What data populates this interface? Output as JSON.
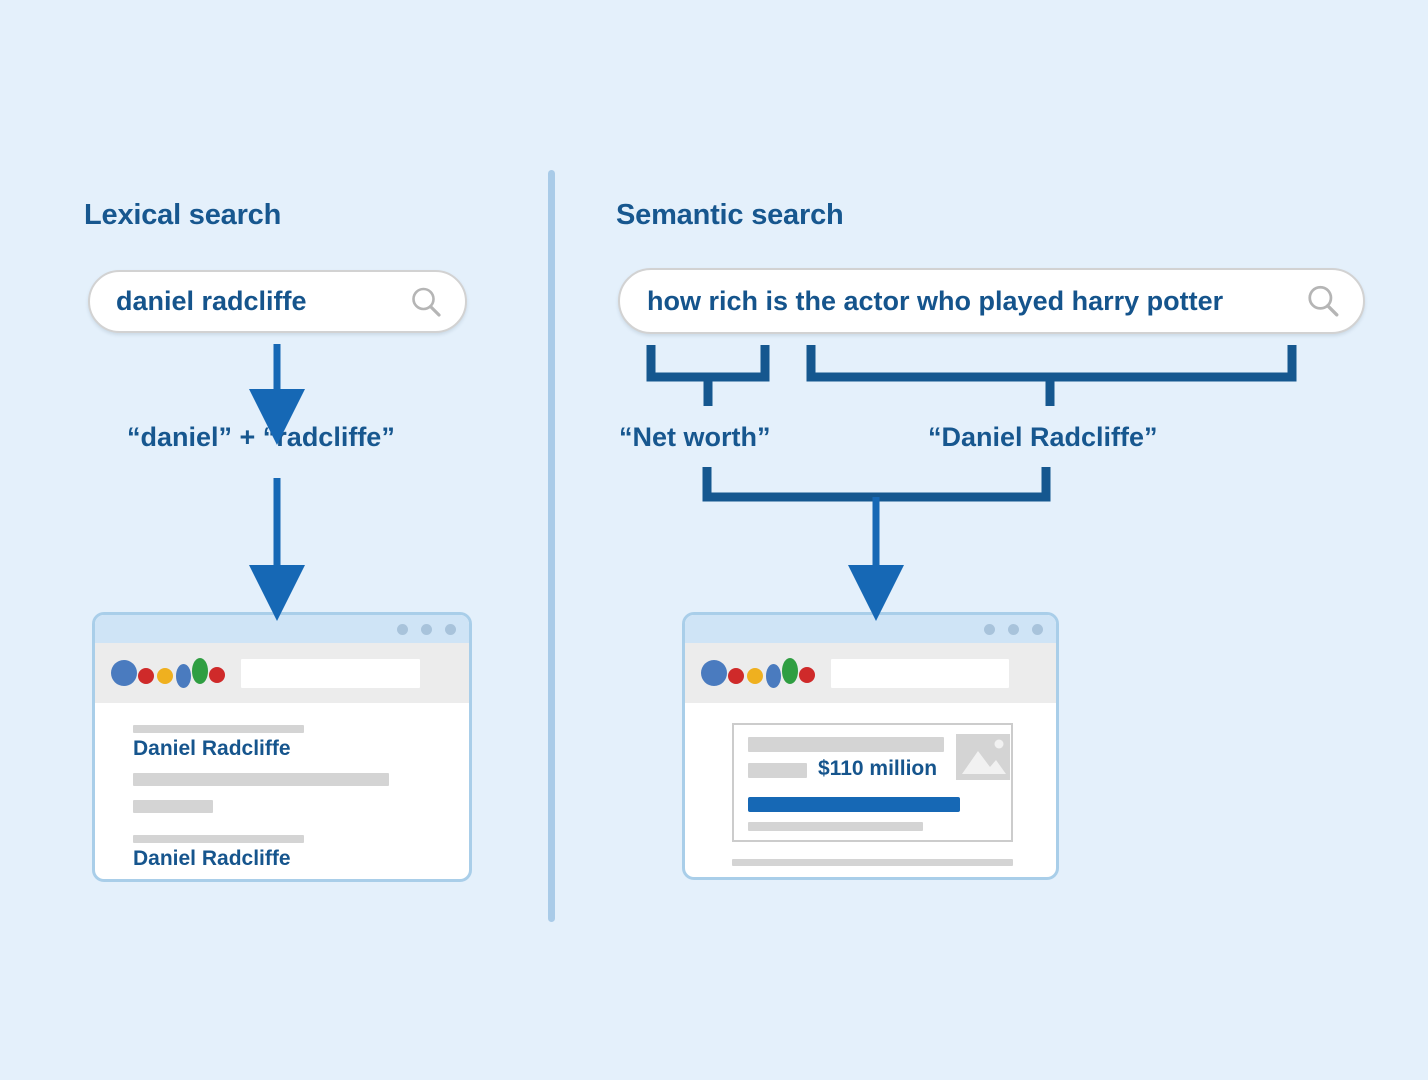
{
  "theme": {
    "background": "#e4f0fb",
    "accent_blue": "#17578f",
    "arrow_blue": "#1668b5",
    "divider": "#a9cbe8",
    "placeholder_gray": "#d4d4d4"
  },
  "left_panel": {
    "heading": "Lexical search",
    "search": {
      "value": "daniel radcliffe",
      "placeholder": "Search",
      "icon": "magnifier-icon"
    },
    "terms_label": "“daniel” + “radcliffe”",
    "browser": {
      "window_dots": 3,
      "address_value": "",
      "logo": "search-engine-logo",
      "results": [
        {
          "title": "Daniel Radcliffe"
        },
        {
          "title": "Daniel Radcliffe"
        }
      ]
    }
  },
  "right_panel": {
    "heading": "Semantic search",
    "search": {
      "value": "how rich is the actor who played harry potter",
      "placeholder": "Search",
      "icon": "magnifier-icon"
    },
    "concepts": [
      {
        "label": "“Net worth”"
      },
      {
        "label": "“Daniel Radcliffe”"
      }
    ],
    "browser": {
      "window_dots": 3,
      "address_value": "",
      "logo": "search-engine-logo",
      "knowledge_card": {
        "amount": "$110 million",
        "has_thumbnail": true
      }
    }
  },
  "logo_colors": {
    "blue_large": "#4a7bbf",
    "red": "#cf2a2a",
    "yellow": "#efb01f",
    "blue_oval": "#4a7bbf",
    "green": "#2f9e42",
    "red_small": "#cf2a2a"
  }
}
